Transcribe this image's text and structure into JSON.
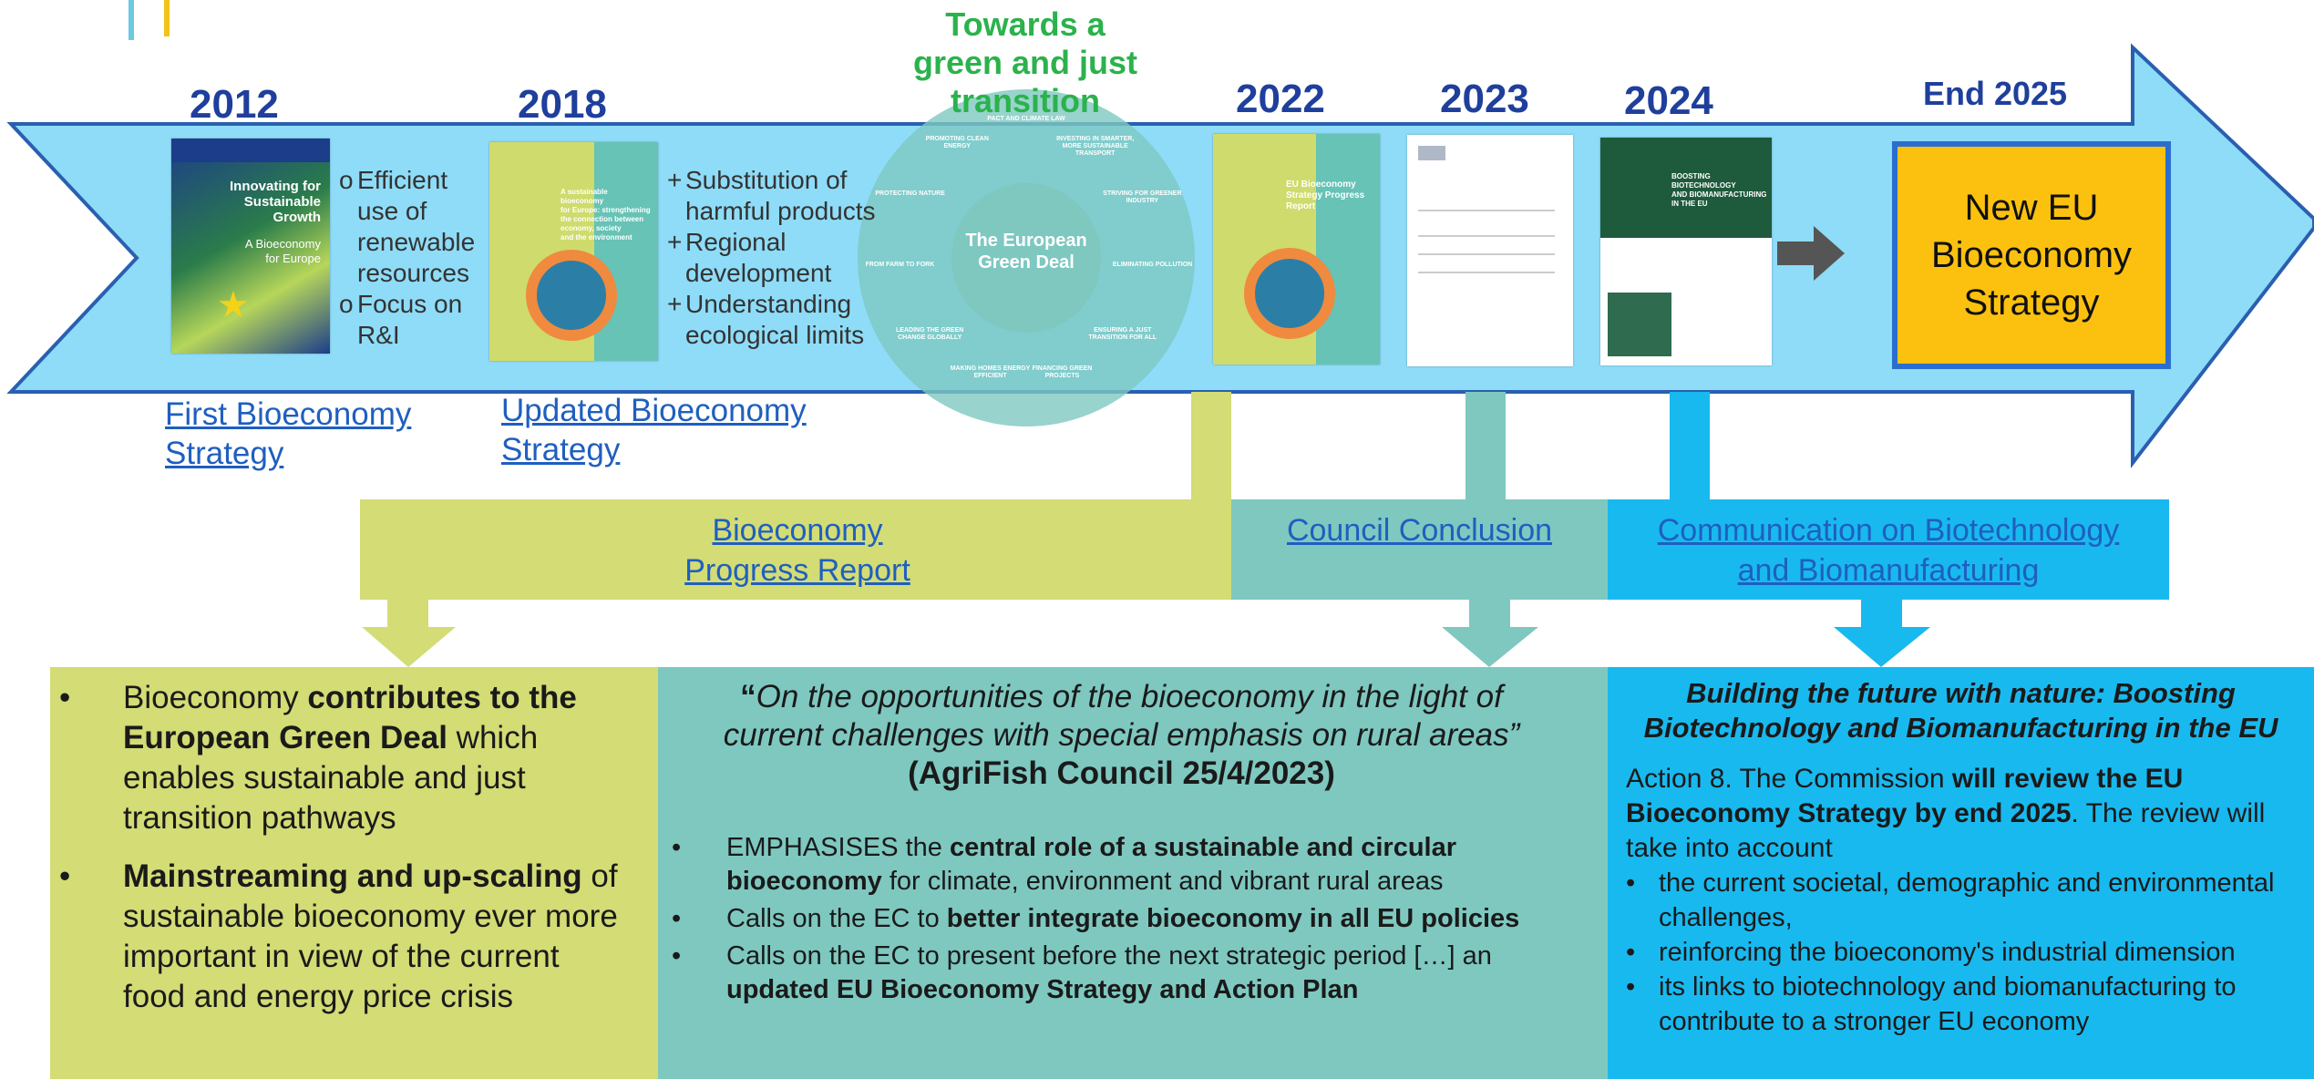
{
  "timeline": {
    "years": {
      "y2012": "2012",
      "y2018": "2018",
      "y2022": "2022",
      "y2023": "2023",
      "y2024": "2024",
      "end2025": "End 2025"
    },
    "green_deal_heading": [
      "Towards a",
      "green and just",
      "transition"
    ],
    "green_deal_center": [
      "The European",
      "Green Deal"
    ],
    "green_deal_spokes": [
      "PACT AND CLIMATE LAW",
      "INVESTING IN SMARTER, MORE SUSTAINABLE TRANSPORT",
      "STRIVING FOR GREENER INDUSTRY",
      "ELIMINATING POLLUTION",
      "ENSURING A JUST TRANSITION FOR ALL",
      "FINANCING GREEN PROJECTS",
      "MAKING HOMES ENERGY EFFICIENT",
      "LEADING THE GREEN CHANGE GLOBALLY",
      "FROM FARM TO FORK",
      "PROTECTING NATURE",
      "PROMOTING CLEAN ENERGY"
    ],
    "strategy_2012": {
      "link": [
        "First Bioeconomy",
        "Strategy"
      ],
      "cover_title": [
        "Innovating for",
        "Sustainable",
        "Growth"
      ],
      "cover_sub": [
        "A Bioeconomy",
        "for Europe"
      ],
      "bullet_marker": "o",
      "bullets": [
        [
          "Efficient",
          "use of",
          "renewable",
          "resources"
        ],
        [
          "Focus on",
          "R&I"
        ]
      ]
    },
    "strategy_2018": {
      "link": [
        "Updated Bioeconomy",
        "Strategy"
      ],
      "cover_title": [
        "A sustainable",
        "bioeconomy",
        "for Europe: strengthening",
        "the connection between",
        "economy, society",
        "and the environment"
      ],
      "bullet_marker": "+",
      "bullets": [
        [
          "Substitution of",
          "harmful products"
        ],
        [
          "Regional",
          "development"
        ],
        [
          "Understanding",
          "ecological limits"
        ]
      ]
    },
    "progress_cover_title": [
      "EU Bioeconomy",
      "Strategy Progress",
      "Report"
    ],
    "comm_cover_title": [
      "BOOSTING",
      "BIOTECHNOLOGY",
      "AND BIOMANUFACTURING",
      "IN THE EU"
    ],
    "new_strategy": [
      "New EU",
      "Bioeconomy",
      "Strategy"
    ]
  },
  "labels": {
    "progress_report": [
      "Bioeconomy",
      "Progress Report"
    ],
    "council_conclusion": "Council Conclusion",
    "communication": [
      "Communication on Biotechnology",
      "and Biomanufacturing"
    ]
  },
  "panels": {
    "left": {
      "items": [
        {
          "pre": "Bioeconomy ",
          "bold": "contributes to the European Green Deal",
          "post": " which enables sustainable and just transition pathways"
        },
        {
          "pre": "",
          "bold": "Mainstreaming and up-scaling",
          "post": " of sustainable bioeconomy ever more important in view of the current food and energy price crisis"
        }
      ]
    },
    "middle": {
      "quote_open": "“",
      "quote": "On the opportunities of the bioeconomy in the light of current challenges with special emphasis on rural areas”",
      "source": "(AgriFish Council 25/4/2023)",
      "items": [
        {
          "pre": "EMPHASISES the ",
          "bold": "central role of a sustainable and circular bioeconomy",
          "post": " for climate, environment and vibrant rural areas"
        },
        {
          "pre": "Calls on the EC to ",
          "bold": "better integrate bioeconomy in all EU policies",
          "post": ""
        },
        {
          "pre": "Calls on the EC to present before the next strategic period […] an ",
          "bold": "updated EU Bioeconomy Strategy and Action Plan",
          "post": ""
        }
      ]
    },
    "right": {
      "title": "Building the future with nature: Boosting Biotechnology and Biomanufacturing in the EU",
      "action_pre": "Action 8. The Commission ",
      "action_bold": "will review the EU Bioeconomy Strategy by end 2025",
      "action_post": ". The review will take into account",
      "items": [
        "the current societal, demographic and environmental challenges,",
        "reinforcing the bioeconomy's industrial dimension",
        "its links to biotechnology and biomanufacturing to contribute to a stronger EU economy"
      ]
    }
  },
  "colors": {
    "arrow": "#8edcf8",
    "arrow_border": "#2a5fb0",
    "olive": "#d3dc75",
    "teal": "#7ec8c0",
    "cyan": "#18b9ef",
    "gold": "#fcc10f",
    "year_blue": "#1f3f9c",
    "green_heading": "#2bb24c"
  }
}
